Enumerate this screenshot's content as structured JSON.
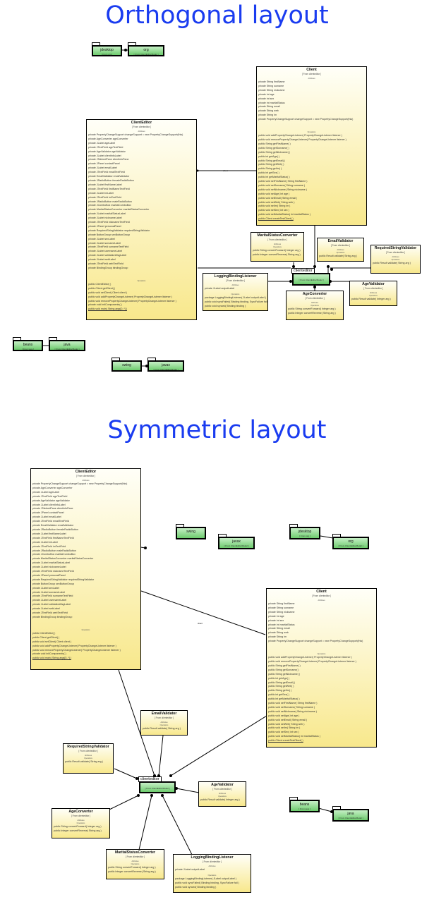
{
  "titles": {
    "orthogonal": "Orthogonal layout",
    "symmetric": "Symmetric layout"
  },
  "classes": {
    "client_editor": {
      "name": "ClientEditor",
      "from": "[ From clienteditor ]",
      "attributes_label": "Attributes",
      "operations_label": "Operations",
      "attributes": [
        "private PropertyChangeSupport changeSupport = new PropertyChangeSupport(this)",
        "private AgeConverter ageConverter",
        "private JLabel ageLabel",
        "private JTextField ageTextField",
        "private AgeValidator ageValidator",
        "private JLabel clientInfoLabel",
        "private JTabbedPane clientInfoPane",
        "private JPanel contactPanel",
        "private JLabel emailLabel",
        "private JTextField emailTextField",
        "private EmailValidator emailValidator",
        "private JRadioButton femaleRadioButton",
        "private JLabel firstNameLabel",
        "private JTextField firstNameTextField",
        "private JLabel imLabel",
        "private JTextField imTextField",
        "private JRadioButton maleRadioButton",
        "private JComboBox maritalComboBox",
        "private MaritalStatusConverter maritalStatusConverter",
        "private JLabel maritalStatusLabel",
        "private JLabel nicknameLabel",
        "private JTextField nicknameTextField",
        "private JPanel personalPanel",
        "private RequiredStringValidator requiredStringValidator",
        "private ButtonGroup sexButtonGroup",
        "private JLabel sexLabel",
        "private JLabel surnameLabel",
        "private JTextField surnameTextField",
        "private JLabel usernameLabel",
        "private JLabel validationMsgLabel",
        "private JLabel webLabel",
        "private JTextField webTextField",
        "private BindingGroup bindingGroup"
      ],
      "operations": [
        "public ClientEditor( )",
        "public Client  getClient( )",
        "public void  setClient( Client client )",
        "public void  addPropertyChangeListener( PropertyChangeListener listener )",
        "public void  removePropertyChangeListener( PropertyChangeListener listener )",
        "private void  initComponents( )",
        "public void  main( String args[0..*] )"
      ]
    },
    "client": {
      "name": "Client",
      "from": "[ From clienteditor ]",
      "attributes_label": "Attributes",
      "operations_label": "Operations",
      "attributes": [
        "private String firstName",
        "private String surname",
        "private String nickname",
        "private int age",
        "private int sex",
        "private int maritalStatus",
        "private String email",
        "private String web",
        "private String im",
        "private PropertyChangeSupport changeSupport = new PropertyChangeSupport(this)"
      ],
      "operations": [
        "public void  addPropertyChangeListener( PropertyChangeListener listener )",
        "public void  removePropertyChangeListener( PropertyChangeListener listener )",
        "public String  getFirstName( )",
        "public String  getSurname( )",
        "public String  getNickname( )",
        "public int  getAge( )",
        "public String  getEmail( )",
        "public String  getWeb( )",
        "public String  getIm( )",
        "public int  getSex( )",
        "public int  getMaritalStatus( )",
        "public void  setFirstName( String firstName )",
        "public void  setSurname( String surname )",
        "public void  setNickname( String nickname )",
        "public void  setAge( int age )",
        "public void  setEmail( String email )",
        "public void  setWeb( String web )",
        "public void  setIm( String im )",
        "public void  setSex( int sex )",
        "public void  setMaritalStatus( int maritalStatus )",
        "public Client  createTestClient( )"
      ]
    },
    "marital_status_converter": {
      "name": "MaritalStatusConverter",
      "from": "[ From clienteditor ]",
      "attributes_label": "Attributes",
      "operations_label": "Operations",
      "operations": [
        "public String  convertForward( Integer arg )",
        "public Integer  convertReverse( String arg )"
      ]
    },
    "email_validator": {
      "name": "EmailValidator",
      "from": "[ From clienteditor ]",
      "attributes_label": "Attributes",
      "operations_label": "Operations",
      "operations": [
        "public Result  validate( String arg )"
      ]
    },
    "required_string_validator": {
      "name": "RequiredStringValidator",
      "from": "[ From clienteditor ]",
      "attributes_label": "Attributes",
      "operations_label": "Operations",
      "operations": [
        "public Result  validate( String arg )"
      ]
    },
    "logging_binding_listener": {
      "name": "LoggingBindingListener",
      "from": "[ From clienteditor ]",
      "attributes_label": "Attributes",
      "operations_label": "Operations",
      "attributes": [
        "private JLabel outputLabel"
      ],
      "operations": [
        "package LoggingBindingListener( JLabel outputLabel )",
        "public void  syncFailed( Binding binding, SyncFailure fail )",
        "public void  synced( Binding binding )"
      ]
    },
    "age_converter": {
      "name": "AgeConverter",
      "from": "[ From clienteditor ]",
      "attributes_label": "Attributes",
      "operations_label": "Operations",
      "operations": [
        "public String  convertForward( Integer arg )",
        "public Integer  convertReverse( String arg )"
      ]
    },
    "age_validator": {
      "name": "AgeValidator",
      "from": "[ From clienteditor ]",
      "attributes_label": "Attributes",
      "operations_label": "Operations",
      "operations": [
        "public Result  validate( Integer arg )"
      ]
    }
  },
  "packages": {
    "clienteditor": {
      "name": "clienteditor",
      "from": "[ From ClientEditorModel ]"
    },
    "jdesktop": {
      "name": "jdesktop",
      "from": "[ From org ]"
    },
    "org": {
      "name": "org",
      "from": "[ From ClientEditorModel ]"
    },
    "beans": {
      "name": "beans",
      "from": "[ From java ]"
    },
    "java": {
      "name": "java",
      "from": "[ From ClientEditorModel ]"
    },
    "swing": {
      "name": "swing",
      "from": ""
    },
    "javax": {
      "name": "javax",
      "from": "[ From ClientEditorModel ]"
    }
  },
  "association_label": "client",
  "colors": {
    "title": "#1a3cf0",
    "class_fill_top": "#fffff8",
    "class_fill_bottom": "#f8e88c",
    "package_fill_top": "#c6efc6",
    "package_fill_bottom": "#6dcb6d"
  }
}
